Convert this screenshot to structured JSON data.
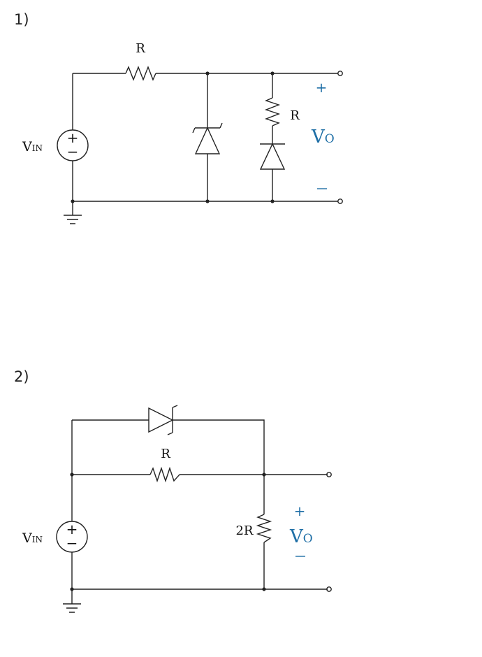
{
  "problem1": {
    "number": "1)",
    "source_label": "V",
    "source_sub": "IN",
    "series_resistor_label": "R",
    "branch_resistor_label": "R",
    "output_label": "V",
    "output_sub": "O",
    "plus": "+",
    "minus": "−",
    "source_plus": "+",
    "source_minus": "−"
  },
  "problem2": {
    "number": "2)",
    "source_label": "V",
    "source_sub": "IN",
    "series_resistor_label": "R",
    "load_resistor_label": "2R",
    "output_label": "V",
    "output_sub": "O",
    "plus": "+",
    "minus": "−",
    "source_plus": "+",
    "source_minus": "−"
  },
  "colors": {
    "wire": "#222222",
    "accent": "#1f6fa6"
  }
}
